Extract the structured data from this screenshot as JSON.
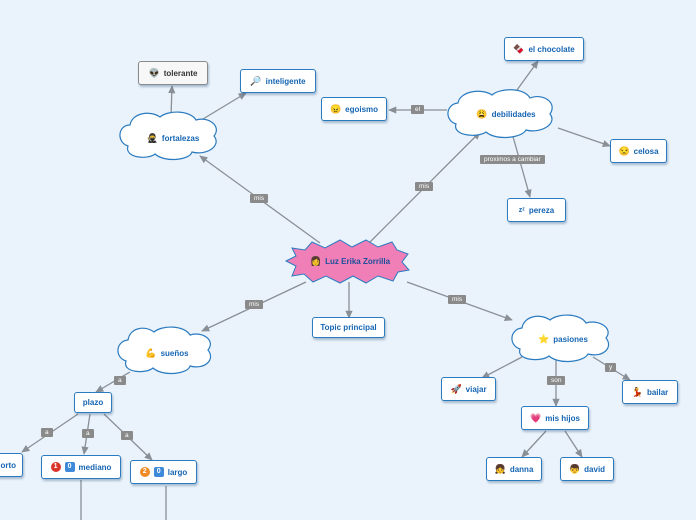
{
  "central": {
    "label": "Luz Erika Zorrilla",
    "icon": "person-icon"
  },
  "topics": {
    "fortalezas": {
      "label": "fortalezas",
      "icon": "ninja-icon"
    },
    "tolerante": {
      "label": "tolerante",
      "icon": "alien-icon"
    },
    "inteligente": {
      "label": "inteligente",
      "icon": "magnifier-icon"
    },
    "debilidades": {
      "label": "debilidades",
      "icon": "worried-face-icon"
    },
    "chocolate": {
      "label": "el chocolate",
      "icon": "chocolate-bar-icon"
    },
    "egoismo": {
      "label": "egoismo",
      "icon": "angry-face-icon"
    },
    "celosa": {
      "label": "celosa",
      "icon": "jealous-face-icon"
    },
    "pereza": {
      "label": "pereza",
      "icon": "sleeping-zzz-icon"
    },
    "principal": {
      "label": "Topic principal"
    },
    "suenos": {
      "label": "sueños",
      "icon": "flexed-arm-icon"
    },
    "plazo": {
      "label": "plazo"
    },
    "corto": {
      "label": "orto"
    },
    "mediano": {
      "label": "mediano",
      "badge1": "1",
      "badge2": "0"
    },
    "largo": {
      "label": "largo",
      "badge1": "2",
      "badge2": "0"
    },
    "pasiones": {
      "label": "pasiones",
      "icon": "star-icon"
    },
    "viajar": {
      "label": "viajar",
      "icon": "rocket-icon"
    },
    "bailar": {
      "label": "bailar",
      "icon": "dancer-icon"
    },
    "hijos": {
      "label": "mis hijos",
      "icon": "heart-icon"
    },
    "danna": {
      "label": "danna",
      "icon": "girl-face-icon"
    },
    "david": {
      "label": "david",
      "icon": "boy-face-icon"
    }
  },
  "relations": {
    "mis_fortalezas": "mis",
    "mis_debilidades": "mis",
    "mis_suenos": "mis",
    "mis_pasiones": "mis",
    "el": "el",
    "proximos": "proximos a cambiar",
    "a_plazo": "a",
    "a_corto": "a",
    "a_mediano": "a",
    "a_largo": "a",
    "son": "son",
    "y": "y"
  },
  "colors": {
    "background": "#eaf3fb",
    "node_border": "#2b7bc0",
    "node_text": "#1565b3",
    "central_fill": "#f07fb8",
    "connector": "#8a8f96"
  }
}
